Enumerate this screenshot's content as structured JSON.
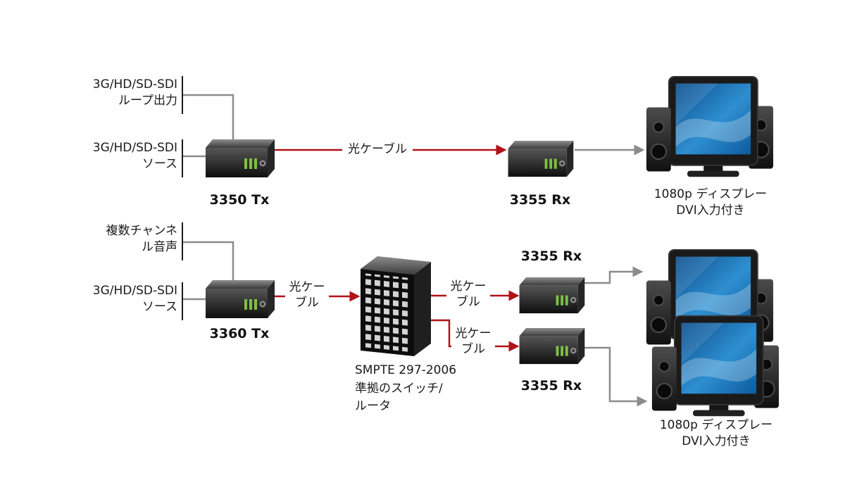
{
  "title": "Fiber optic SDI extender system diagram",
  "colors": {
    "background": "#ffffff",
    "text": "#1a1a1a",
    "fiber_cable_red": "#b01218",
    "signal_gray": "#8c8c8c",
    "led_green": "#7dc242",
    "screen_blue": "#2e8fd0"
  },
  "system_top": {
    "loop_out_label": "3G/HD/SD-SDI\nループ出力",
    "source_label": "3G/HD/SD-SDI\nソース",
    "transmitter": "3350 Tx",
    "fiber_label": "光ケーブル",
    "receiver": "3355 Rx",
    "display_label": "1080p ディスプレー\nDVI入力付き"
  },
  "system_bottom": {
    "audio_label": "複数チャンネ\nル音声",
    "source_label": "3G/HD/SD-SDI\nソース",
    "transmitter": "3360 Tx",
    "fiber_label_to_switch": "光ケー\nブル",
    "switch_label": "SMPTE 297-2006\n準拠のスイッチ/\nルータ",
    "fiber_label_out_top": "光ケー\nブル",
    "receiver_top": "3355 Rx",
    "fiber_label_out_bottom": "光ケー\nブル",
    "receiver_bottom": "3355 Rx",
    "display_label": "1080p ディスプレー\nDVI入力付き"
  }
}
